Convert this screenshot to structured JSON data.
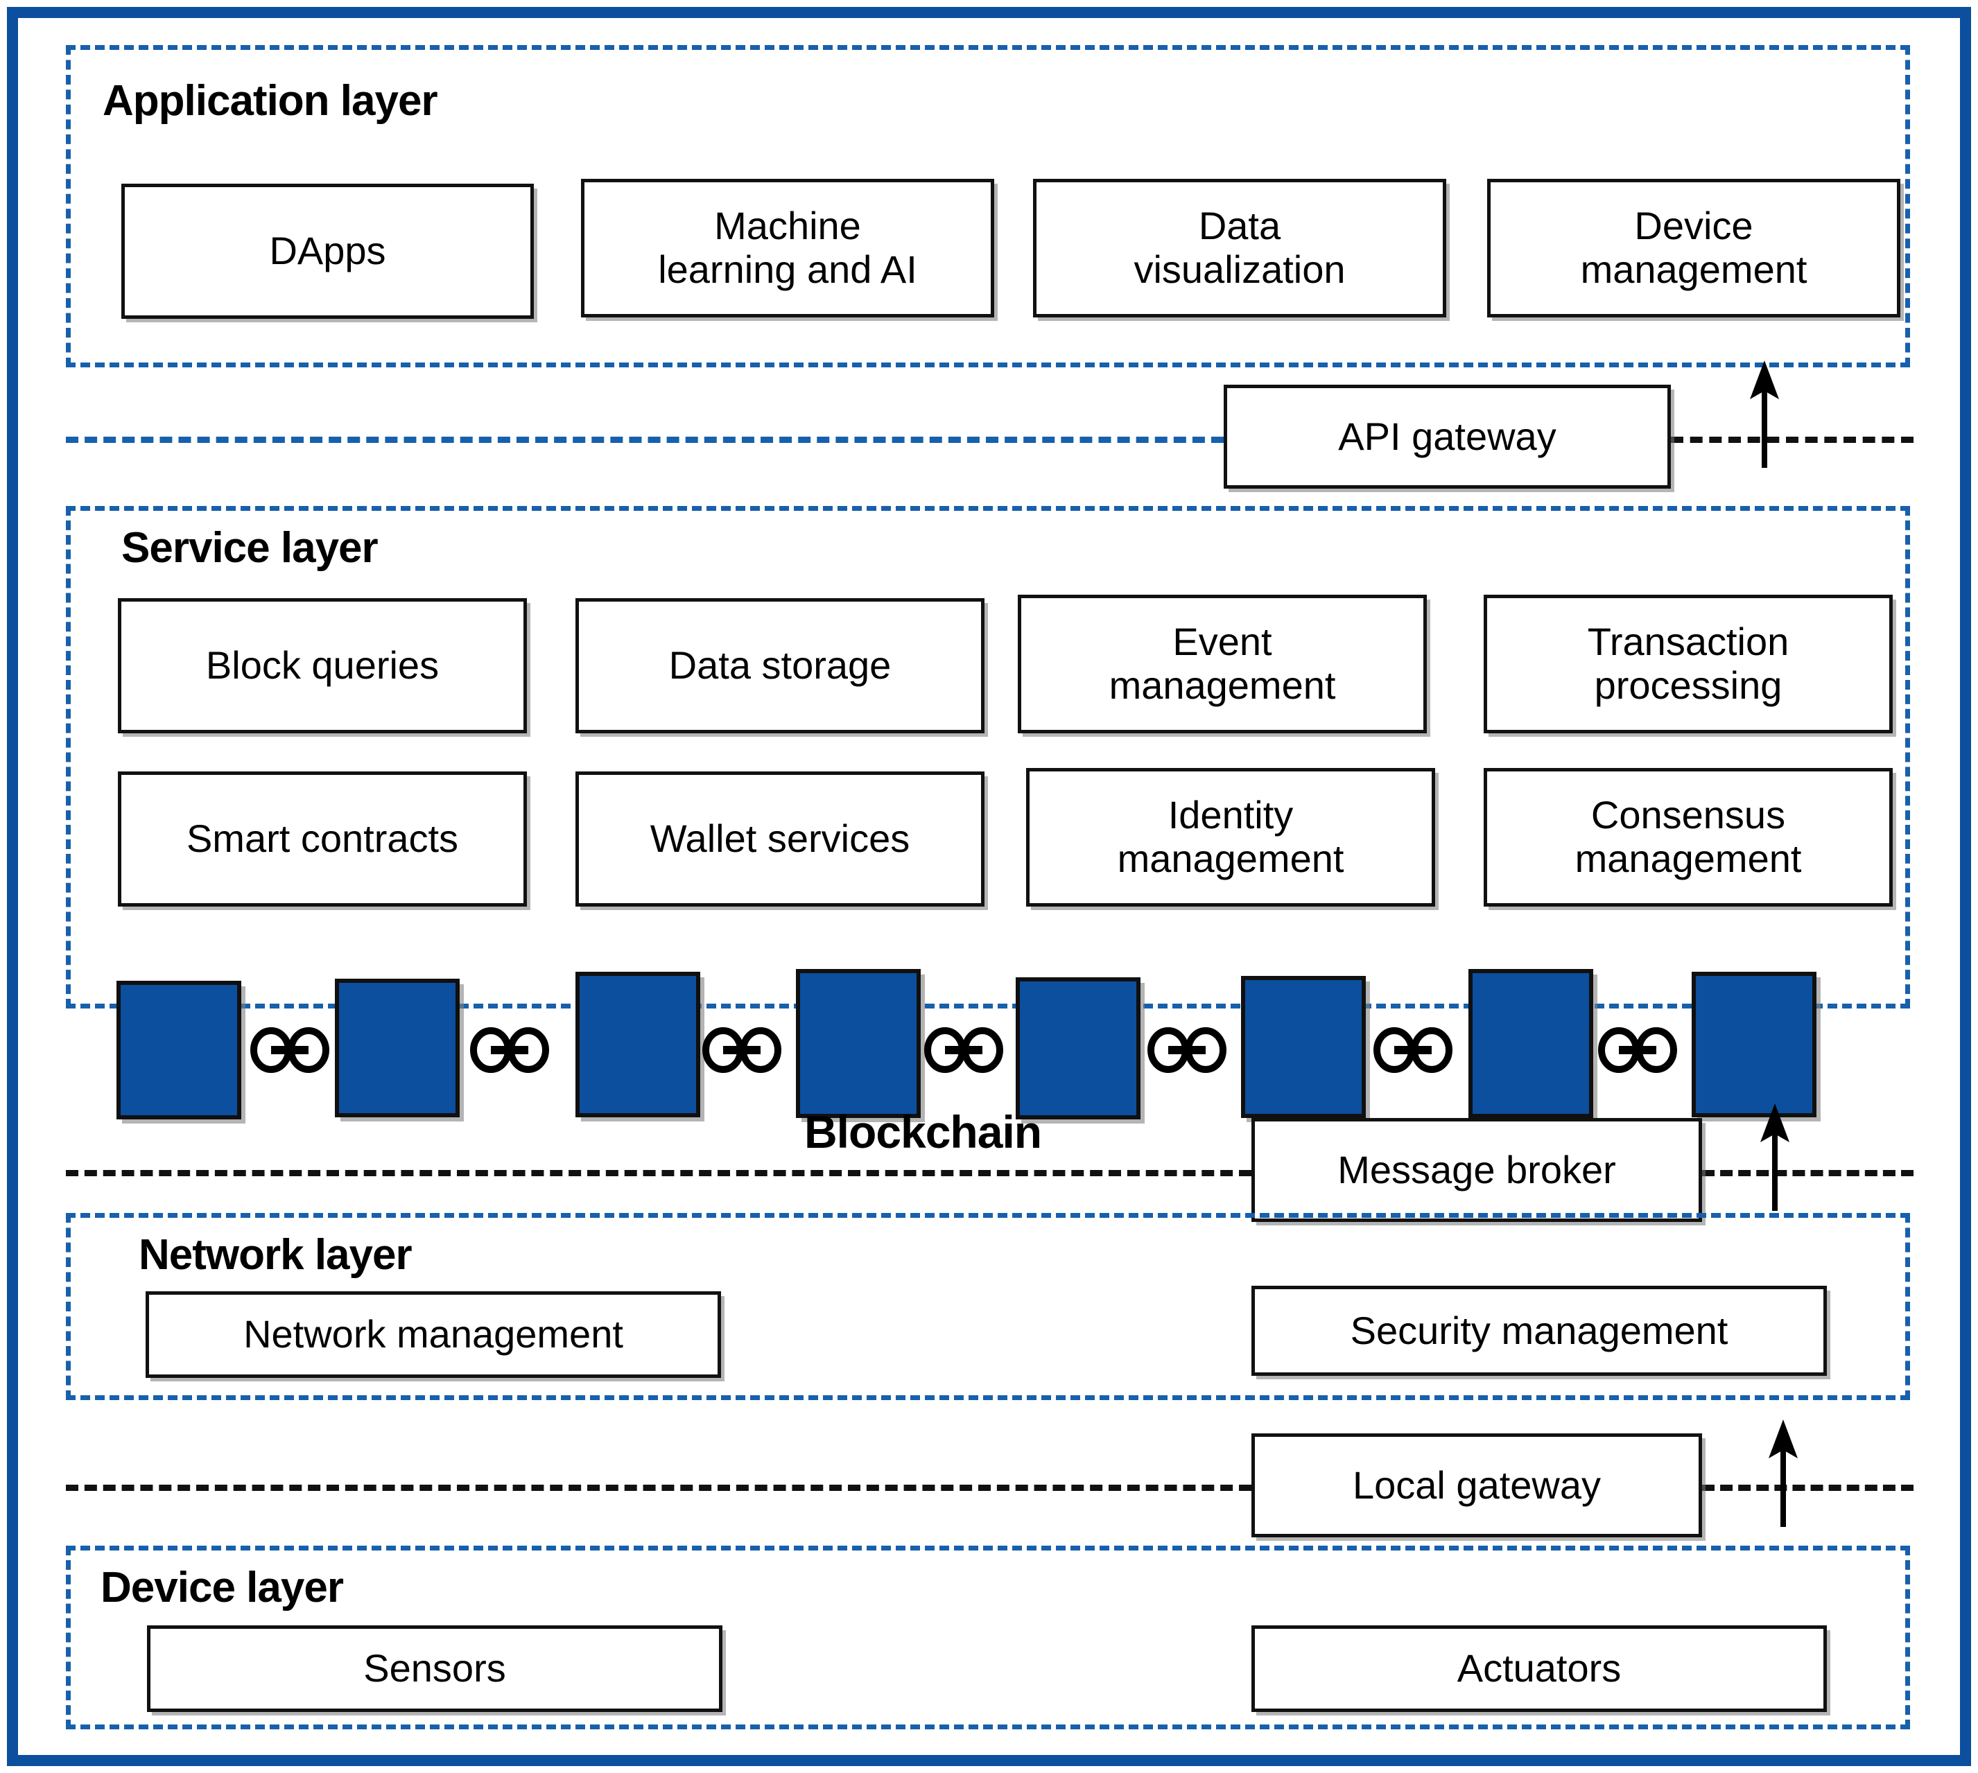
{
  "figure": {
    "kind": "layered-architecture-diagram",
    "accent_blue": "#0B4F9E",
    "dashed_blue": "#1760AC",
    "block_fill": "#0B4F9E",
    "box_border": "#111111"
  },
  "layers": {
    "application": {
      "title": "Application layer",
      "components": [
        {
          "label": "DApps"
        },
        {
          "label": "Machine\nlearning and AI"
        },
        {
          "label": "Data\nvisualization"
        },
        {
          "label": "Device\nmanagement"
        }
      ]
    },
    "service": {
      "title": "Service layer",
      "row1": [
        {
          "label": "Block queries"
        },
        {
          "label": "Data storage"
        },
        {
          "label": "Event\nmanagement"
        },
        {
          "label": "Transaction\nprocessing"
        }
      ],
      "row2": [
        {
          "label": "Smart contracts"
        },
        {
          "label": "Wallet services"
        },
        {
          "label": "Identity\nmanagement"
        },
        {
          "label": "Consensus\nmanagement"
        }
      ]
    },
    "network": {
      "title": "Network layer",
      "components": [
        {
          "label": "Network management"
        },
        {
          "label": "Security management"
        }
      ]
    },
    "device": {
      "title": "Device layer",
      "components": [
        {
          "label": "Sensors"
        },
        {
          "label": "Actuators"
        }
      ]
    }
  },
  "connectors": [
    {
      "name": "api-gateway",
      "label": "API gateway",
      "arrow": "up"
    },
    {
      "name": "message-broker",
      "label": "Message broker",
      "arrow": "up"
    },
    {
      "name": "local-gateway",
      "label": "Local gateway",
      "arrow": "up"
    }
  ],
  "blockchain": {
    "label": "Blockchain",
    "block_count": 8,
    "link_count": 7,
    "link_icon": "chain-link-icon"
  }
}
